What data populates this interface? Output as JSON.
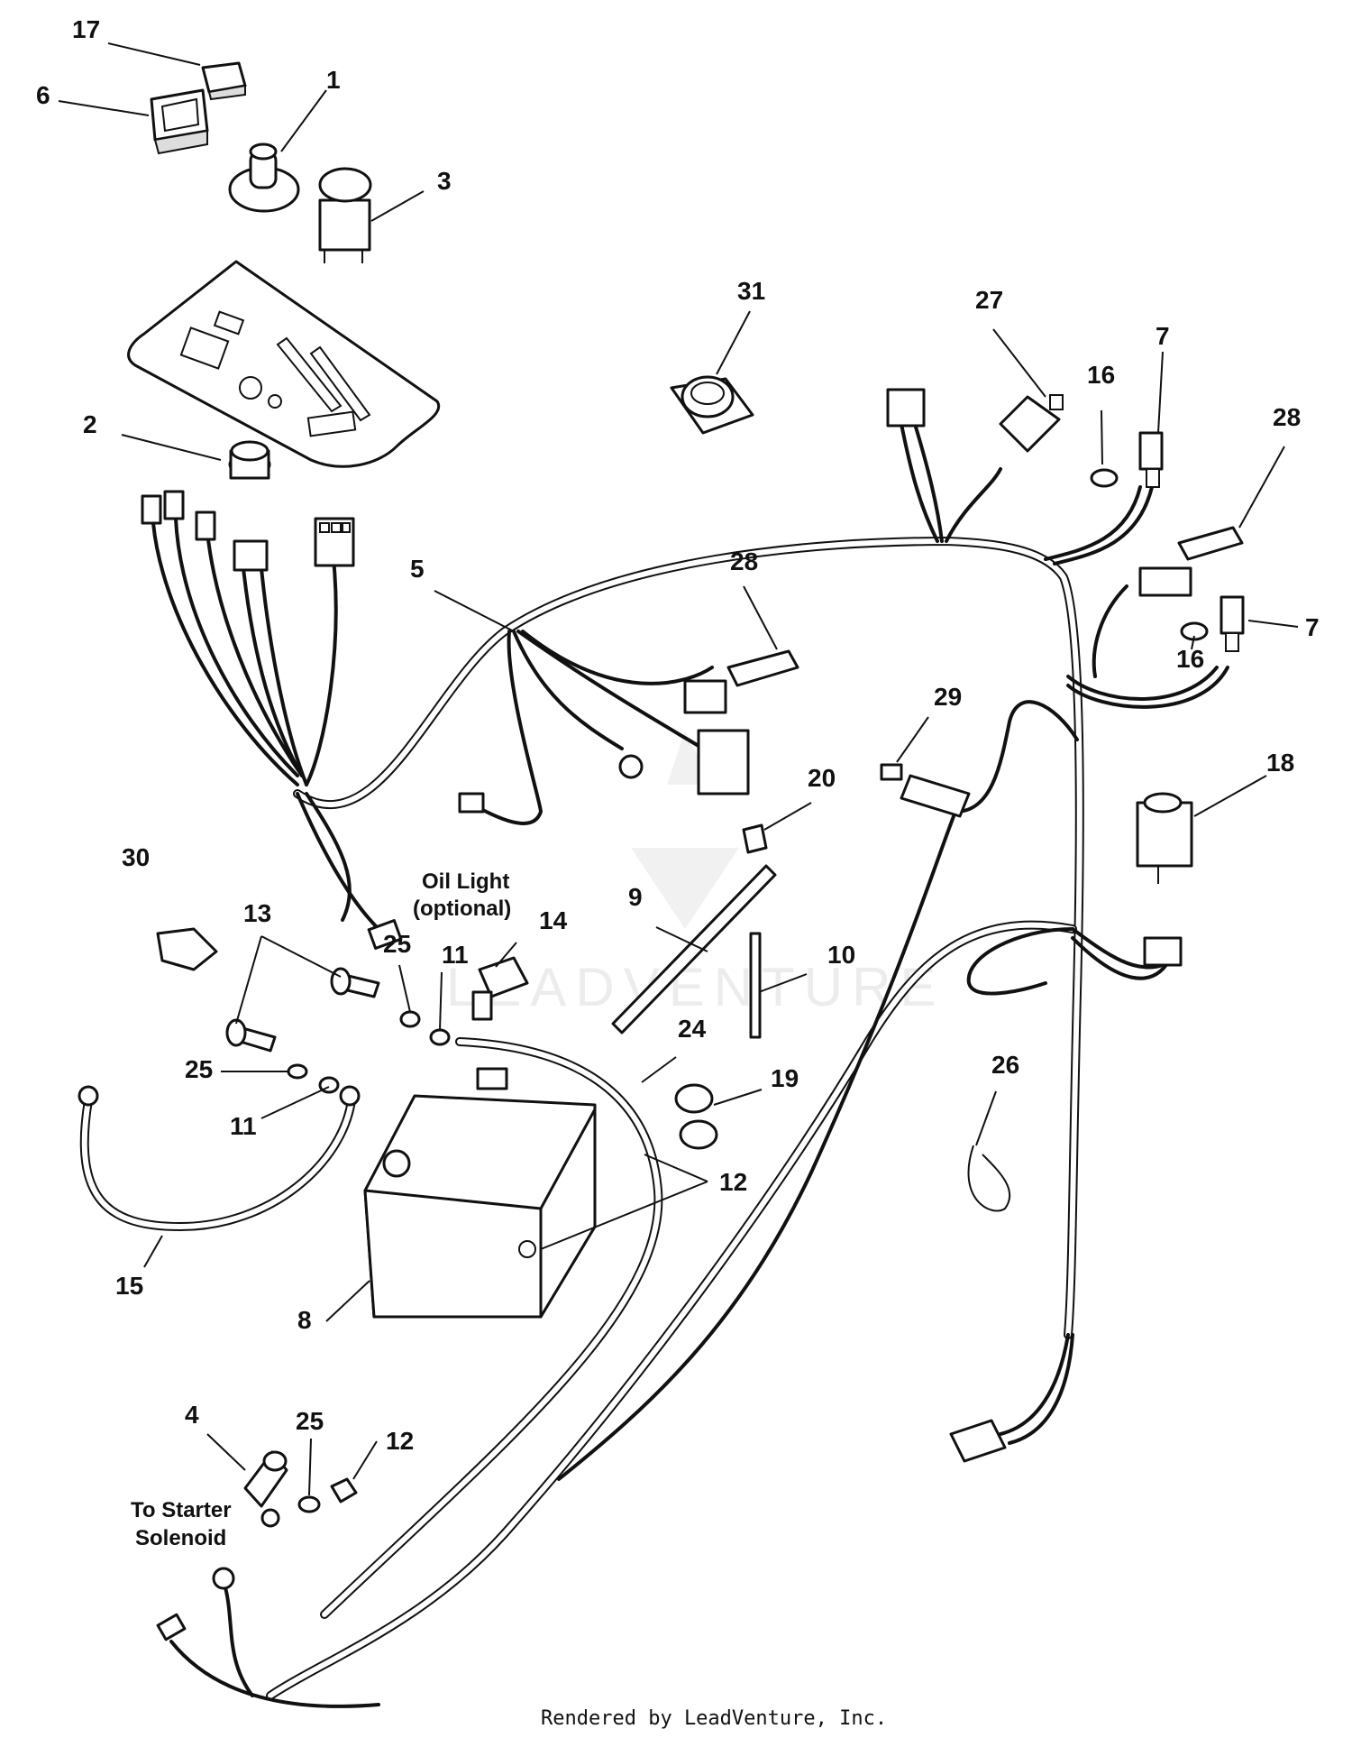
{
  "diagram": {
    "callouts": [
      {
        "id": "c17a",
        "label": "17"
      },
      {
        "id": "c6",
        "label": "6"
      },
      {
        "id": "c1",
        "label": "1"
      },
      {
        "id": "c3",
        "label": "3"
      },
      {
        "id": "c2",
        "label": "2"
      },
      {
        "id": "c31",
        "label": "31"
      },
      {
        "id": "c27",
        "label": "27"
      },
      {
        "id": "c16a",
        "label": "16"
      },
      {
        "id": "c7a",
        "label": "7"
      },
      {
        "id": "c28a",
        "label": "28"
      },
      {
        "id": "c5",
        "label": "5"
      },
      {
        "id": "c28b",
        "label": "28"
      },
      {
        "id": "c7b",
        "label": "7"
      },
      {
        "id": "c16b",
        "label": "16"
      },
      {
        "id": "c29",
        "label": "29"
      },
      {
        "id": "c20",
        "label": "20"
      },
      {
        "id": "c18",
        "label": "18"
      },
      {
        "id": "c30",
        "label": "30"
      },
      {
        "id": "c13",
        "label": "13"
      },
      {
        "id": "c9",
        "label": "9"
      },
      {
        "id": "c25a",
        "label": "25"
      },
      {
        "id": "c11a",
        "label": "11"
      },
      {
        "id": "c14",
        "label": "14"
      },
      {
        "id": "c10",
        "label": "10"
      },
      {
        "id": "c24",
        "label": "24"
      },
      {
        "id": "c25b",
        "label": "25"
      },
      {
        "id": "c11b",
        "label": "11"
      },
      {
        "id": "c19",
        "label": "19"
      },
      {
        "id": "c26",
        "label": "26"
      },
      {
        "id": "c12a",
        "label": "12"
      },
      {
        "id": "c15",
        "label": "15"
      },
      {
        "id": "c8",
        "label": "8"
      },
      {
        "id": "c4",
        "label": "4"
      },
      {
        "id": "c25c",
        "label": "25"
      },
      {
        "id": "c12b",
        "label": "12"
      }
    ],
    "notes": {
      "oil_light_line1": "Oil Light",
      "oil_light_line2": "(optional)",
      "starter_line1": "To Starter",
      "starter_line2": "Solenoid"
    },
    "watermark": "LEADVENTURE",
    "footer": "Rendered by LeadVenture, Inc."
  }
}
